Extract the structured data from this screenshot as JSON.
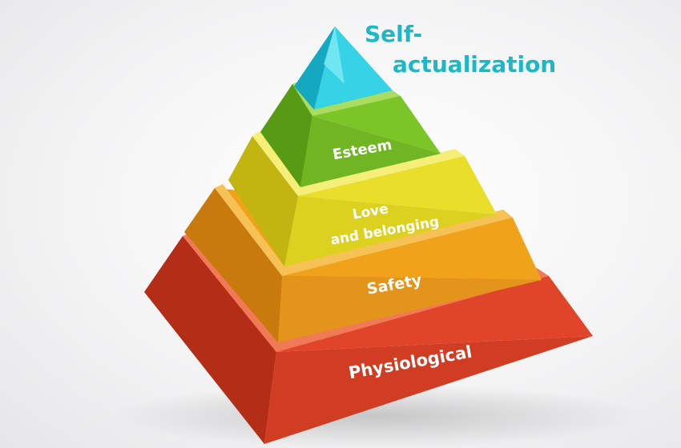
{
  "diagram": {
    "levels": [
      {
        "id": "physiological",
        "label": "Physiological",
        "color_front": "#e0452a",
        "color_side": "#b32d17",
        "color_top": "#f07a55"
      },
      {
        "id": "safety",
        "label": "Safety",
        "color_front": "#f0a21a",
        "color_side": "#c97a0c",
        "color_top": "#f7c255"
      },
      {
        "id": "love",
        "label_lines": [
          "Love",
          "and belonging"
        ],
        "color_front": "#e9df2a",
        "color_side": "#c2b512",
        "color_top": "#f5ef7a"
      },
      {
        "id": "esteem",
        "label": "Esteem",
        "color_front": "#7cc529",
        "color_side": "#579a14",
        "color_top": "#a9dd62"
      },
      {
        "id": "self",
        "label_lines": [
          "Self-",
          "actualization"
        ],
        "color_front": "#36d2e6",
        "color_side": "#14a9c0",
        "color_top": "#8aeef8"
      }
    ],
    "title_color": "#1bb8c6"
  }
}
